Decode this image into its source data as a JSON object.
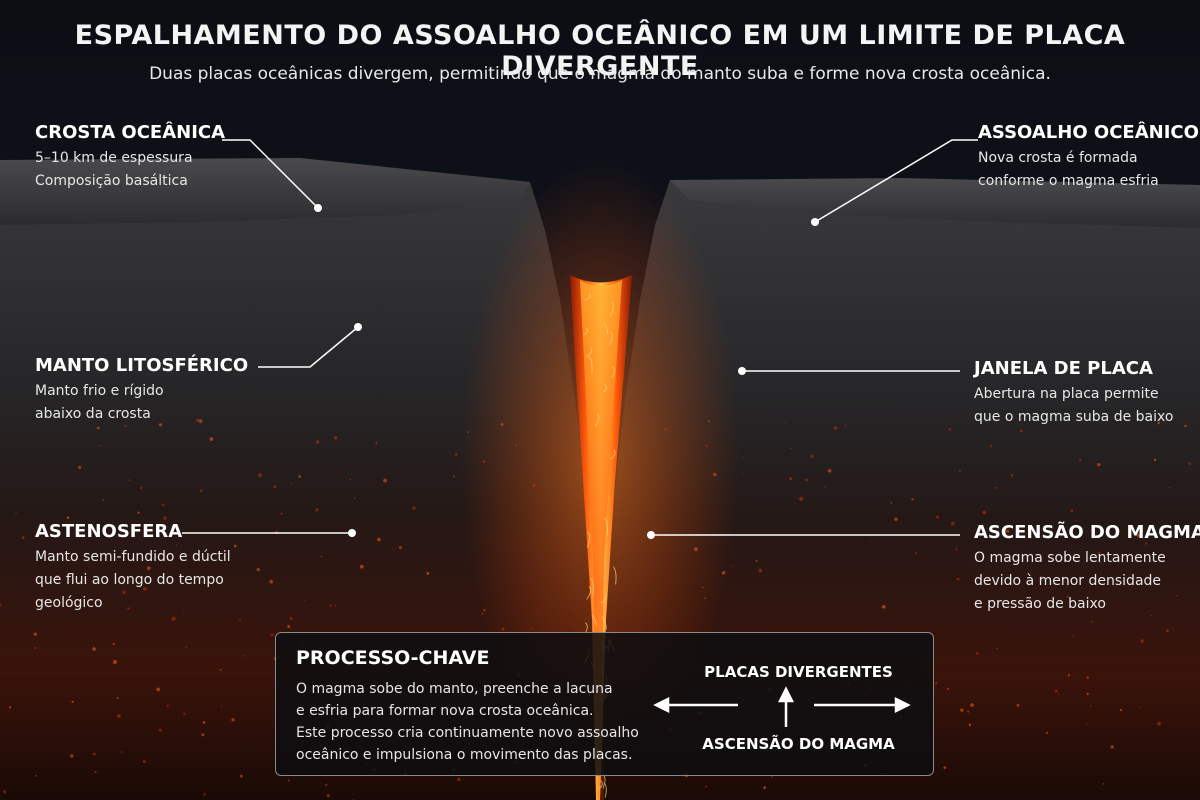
{
  "title": "ESPALHAMENTO DO ASSOALHO OCEÂNICO EM UM LIMITE DE PLACA DIVERGENTE",
  "subtitle": "Duas placas oceânicas divergem, permitindo que o magma do manto suba e forme nova crosta oceânica.",
  "labels": {
    "crosta": {
      "heading": "CROSTA OCEÂNICA",
      "lines": [
        "5–10 km de espessura",
        "Composição basáltica"
      ]
    },
    "manto": {
      "heading": "MANTO LITOSFÉRICO",
      "lines": [
        "Manto frio e rígido",
        "abaixo da crosta"
      ]
    },
    "astenosfera": {
      "heading": "ASTENOSFERA",
      "lines": [
        "Manto semi-fundido e dúctil",
        "que flui ao longo do tempo",
        "geológico"
      ]
    },
    "assoalho": {
      "heading": "ASSOALHO OCEÂNICO",
      "lines": [
        "Nova crosta é formada",
        "conforme o magma esfria"
      ]
    },
    "janela": {
      "heading": "JANELA DE PLACA",
      "lines": [
        "Abertura na placa permite",
        "que o magma suba de baixo"
      ]
    },
    "ascensao": {
      "heading": "ASCENSÃO DO MAGMA",
      "lines": [
        "O magma sobe lentamente",
        "devido à menor densidade",
        "e pressão de baixo"
      ]
    }
  },
  "key_process": {
    "heading": "PROCESSO-CHAVE",
    "lines": [
      "O magma sobe do manto, preenche a lacuna",
      "e esfria para formar nova crosta oceânica.",
      "Este processo cria continuamente novo assoalho",
      "oceânico e impulsiona o movimento das placas."
    ],
    "diverging_label": "PLACAS DIVERGENTES",
    "rising_label": "ASCENSÃO DO MAGMA"
  },
  "colors": {
    "background": "#0b0c10",
    "rock": "#2a2a2c",
    "magma_core": "#ffcf5a",
    "magma_mid": "#ff6a10",
    "magma_dark": "#8a1a05"
  }
}
